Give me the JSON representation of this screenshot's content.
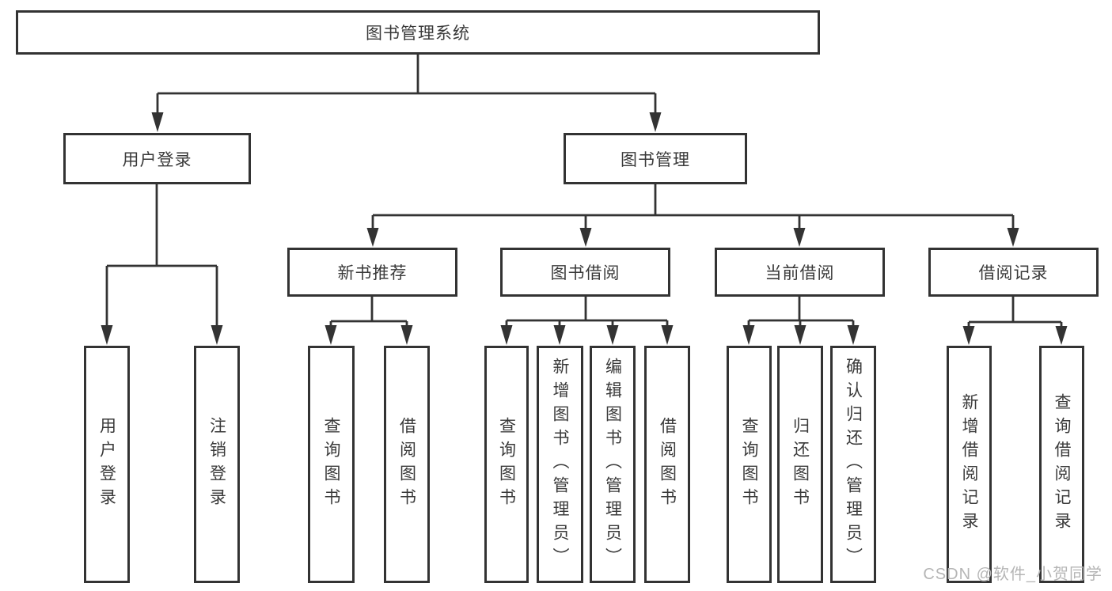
{
  "diagram": {
    "root": "图书管理系统",
    "branches": [
      {
        "label": "用户登录",
        "children": [
          "用户登录",
          "注销登录"
        ]
      },
      {
        "label": "图书管理",
        "sections": [
          {
            "label": "新书推荐",
            "children": [
              "查询图书",
              "借阅图书"
            ]
          },
          {
            "label": "图书借阅",
            "children": [
              "查询图书",
              "新增图书（管理员）",
              "编辑图书（管理员）",
              "借阅图书"
            ]
          },
          {
            "label": "当前借阅",
            "children": [
              "查询图书",
              "归还图书",
              "确认归还（管理员）"
            ]
          },
          {
            "label": "借阅记录",
            "children": [
              "新增借阅记录",
              "查询借阅记录"
            ]
          }
        ]
      }
    ]
  },
  "watermark": {
    "text": "CSDN @软件_小贺同学"
  },
  "colors": {
    "line": "#333333",
    "text": "#3a3a3a",
    "watermark": "#b5b5b5",
    "background": "#ffffff"
  }
}
